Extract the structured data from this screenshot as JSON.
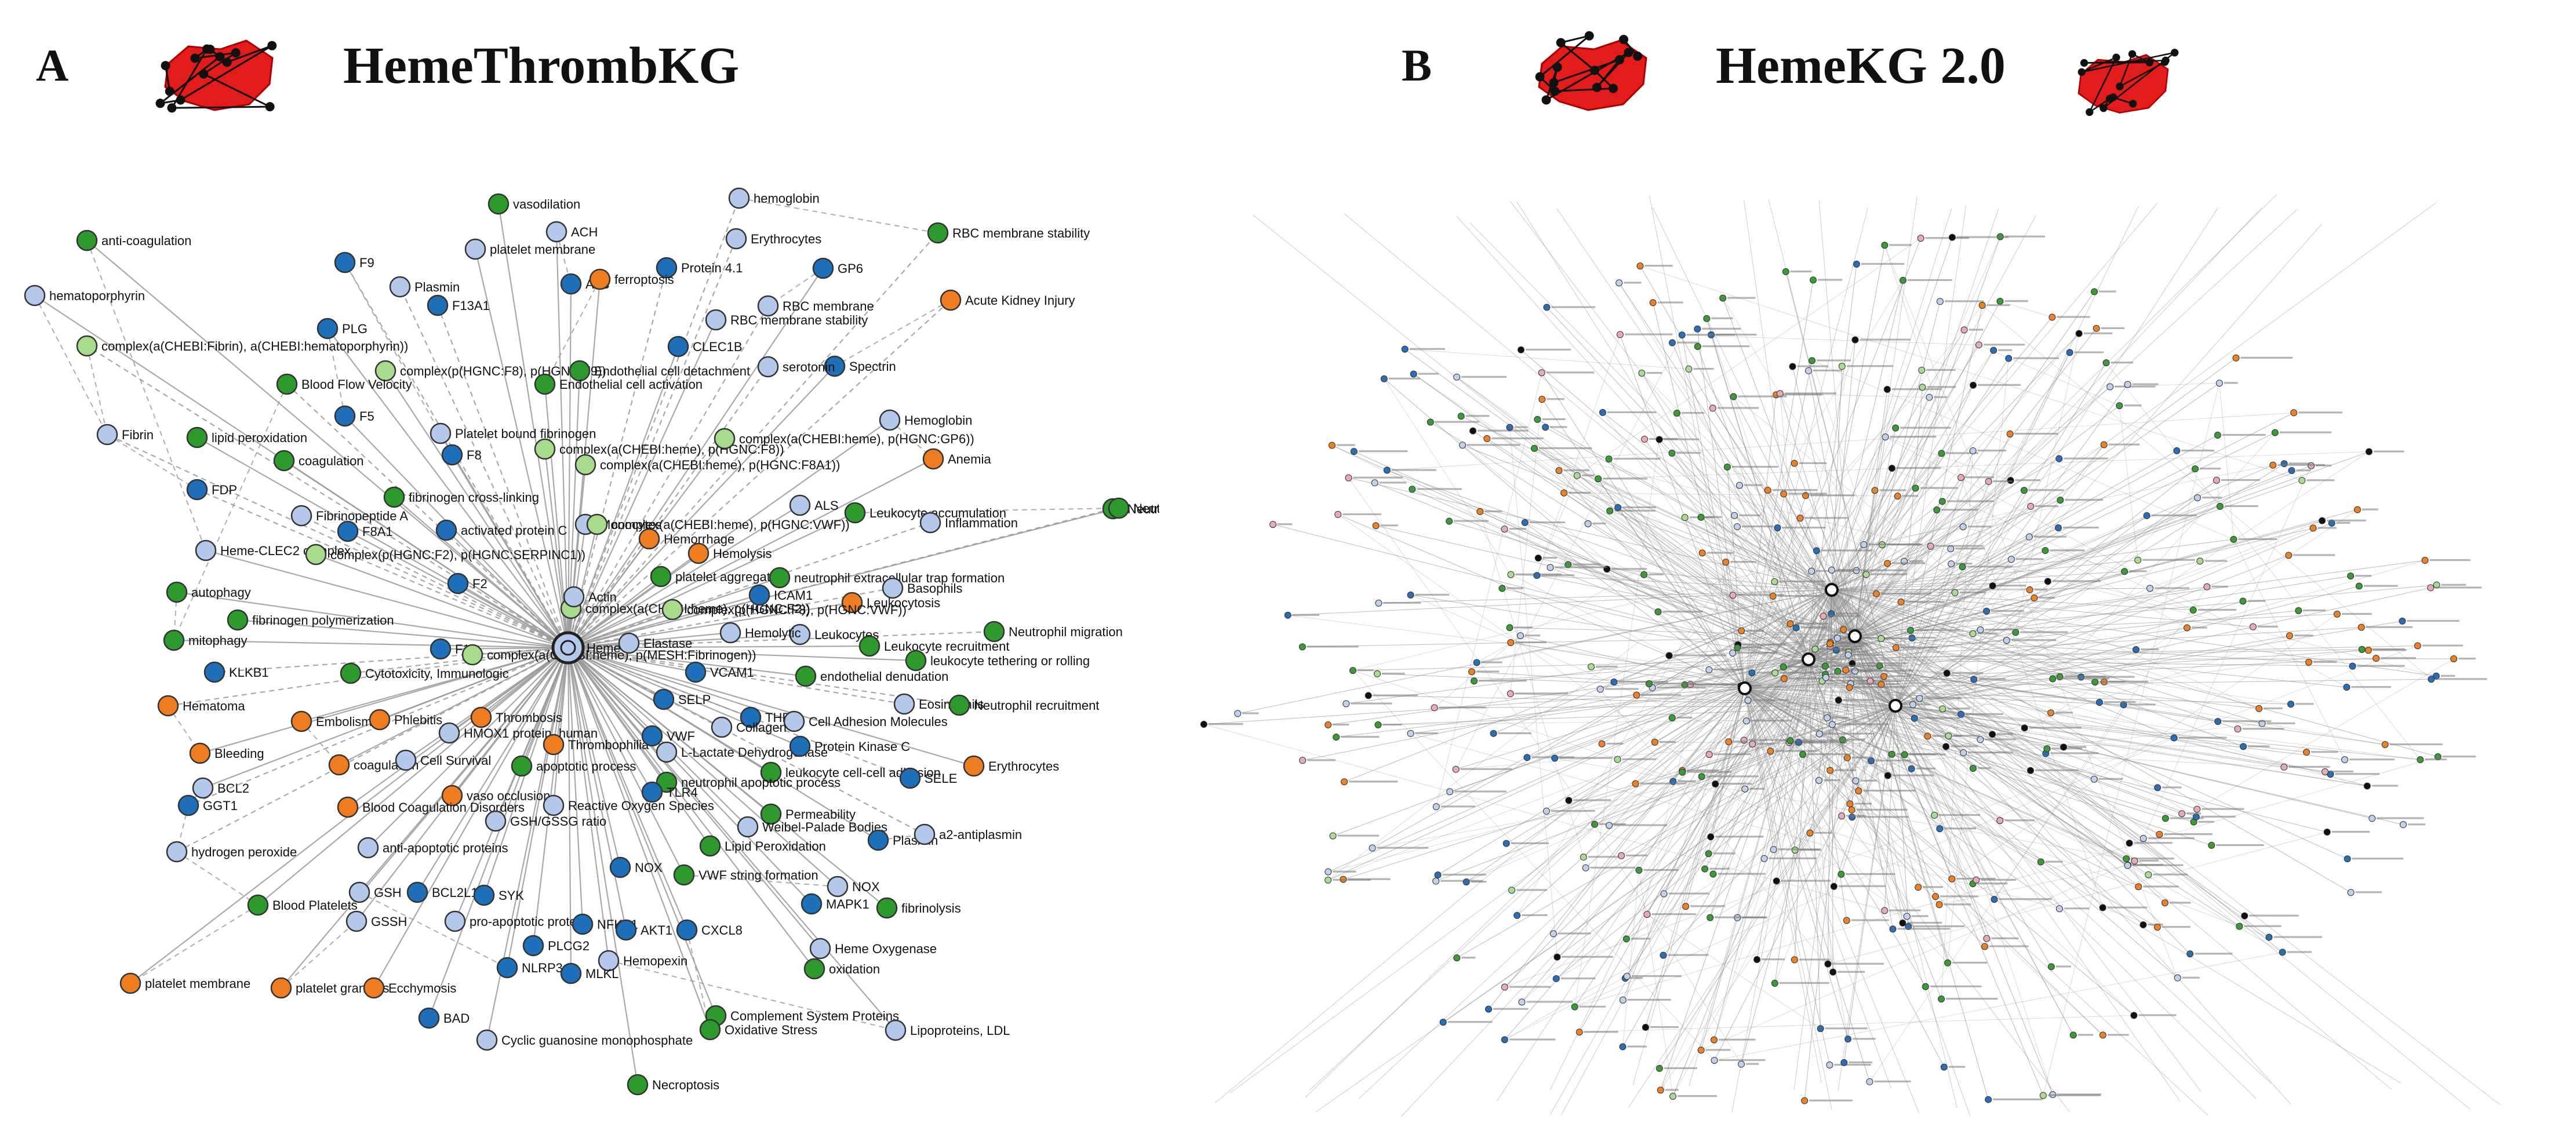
{
  "panel_a": {
    "letter": "A",
    "title": "HemeThrombKG",
    "hub_label": "Heme",
    "colors": {
      "light_blue": "#b4c8ec",
      "dark_blue": "#1e6fb8",
      "green": "#2e9a2e",
      "light_green": "#a6dc8c",
      "orange": "#ee7d22",
      "edge": "#9a9a9a",
      "stroke": "#333333"
    },
    "nodes": [
      {
        "label": "anti-coagulation",
        "color": "green"
      },
      {
        "label": "hematoporphyrin",
        "color": "light_blue"
      },
      {
        "label": "complex(a(CHEBI:Fibrin), a(CHEBI:hematoporphyrin))",
        "color": "light_green"
      },
      {
        "label": "F9",
        "color": "dark_blue"
      },
      {
        "label": "PLG",
        "color": "dark_blue"
      },
      {
        "label": "Plasmin",
        "color": "light_blue"
      },
      {
        "label": "F13A1",
        "color": "dark_blue"
      },
      {
        "label": "platelet membrane",
        "color": "light_blue"
      },
      {
        "label": "vasodilation",
        "color": "green"
      },
      {
        "label": "ACH",
        "color": "light_blue"
      },
      {
        "label": "ALB",
        "color": "dark_blue"
      },
      {
        "label": "Protein 4.1",
        "color": "dark_blue"
      },
      {
        "label": "ferroptosis",
        "color": "orange"
      },
      {
        "label": "hemoglobin",
        "color": "light_blue"
      },
      {
        "label": "Erythrocytes",
        "color": "light_blue"
      },
      {
        "label": "GP6",
        "color": "dark_blue"
      },
      {
        "label": "RBC membrane stability",
        "color": "green"
      },
      {
        "label": "Acute Kidney Injury",
        "color": "orange"
      },
      {
        "label": "RBC membrane",
        "color": "light_blue"
      },
      {
        "label": "RBC membrane stability",
        "color": "light_blue"
      },
      {
        "label": "Spectrin",
        "color": "dark_blue"
      },
      {
        "label": "serotonin",
        "color": "light_blue"
      },
      {
        "label": "complex(p(HGNC:F8), p(HGNC:F9))",
        "color": "light_green"
      },
      {
        "label": "Endothelial cell detachment",
        "color": "green"
      },
      {
        "label": "Endothelial cell activation",
        "color": "green"
      },
      {
        "label": "CLEC1B",
        "color": "dark_blue"
      },
      {
        "label": "Blood Flow Velocity",
        "color": "green"
      },
      {
        "label": "F5",
        "color": "dark_blue"
      },
      {
        "label": "Platelet bound fibrinogen",
        "color": "light_blue"
      },
      {
        "label": "Hemoglobin",
        "color": "light_blue"
      },
      {
        "label": "Anemia",
        "color": "orange"
      },
      {
        "label": "Fibrin",
        "color": "light_blue"
      },
      {
        "label": "lipid peroxidation",
        "color": "green"
      },
      {
        "label": "coagulation",
        "color": "green"
      },
      {
        "label": "F8",
        "color": "dark_blue"
      },
      {
        "label": "complex(a(CHEBI:heme), p(HGNC:F8))",
        "color": "light_green"
      },
      {
        "label": "complex(a(CHEBI:heme), p(HGNC:F8A1))",
        "color": "light_green"
      },
      {
        "label": "complex(a(CHEBI:heme), p(HGNC:GP6))",
        "color": "light_green"
      },
      {
        "label": "FDP",
        "color": "dark_blue"
      },
      {
        "label": "fibrinogen cross-linking",
        "color": "green"
      },
      {
        "label": "Fibrinopeptide A",
        "color": "light_blue"
      },
      {
        "label": "F8A1",
        "color": "dark_blue"
      },
      {
        "label": "activated protein C",
        "color": "dark_blue"
      },
      {
        "label": "Monocytes",
        "color": "light_blue"
      },
      {
        "label": "Hemorrhage",
        "color": "orange"
      },
      {
        "label": "ALS",
        "color": "light_blue"
      },
      {
        "label": "Leukocyte accumulation",
        "color": "green"
      },
      {
        "label": "Inflammation",
        "color": "light_blue"
      },
      {
        "label": "Neutrophils",
        "color": "green"
      },
      {
        "label": "Heme-CLEC2 complex",
        "color": "light_blue"
      },
      {
        "label": "complex(p(HGNC:F2), p(HGNC:SERPINC1))",
        "color": "light_green"
      },
      {
        "label": "F2",
        "color": "dark_blue"
      },
      {
        "label": "Hemolysis",
        "color": "orange"
      },
      {
        "label": "platelet aggregation",
        "color": "green"
      },
      {
        "label": "neutrophil extracellular trap formation",
        "color": "green"
      },
      {
        "label": "Leukocytosis",
        "color": "orange"
      },
      {
        "label": "autophagy",
        "color": "green"
      },
      {
        "label": "fibrinogen polymerization",
        "color": "green"
      },
      {
        "label": "complex(a(CHEBI:heme), p(HGNC:F2))",
        "color": "light_green"
      },
      {
        "label": "complex(p(HGNC:F8), p(HGNC:VWF))",
        "color": "light_green"
      },
      {
        "label": "ICAM1",
        "color": "dark_blue"
      },
      {
        "label": "Basophils",
        "color": "light_blue"
      },
      {
        "label": "Neutrophil migration",
        "color": "green"
      },
      {
        "label": "mitophagy",
        "color": "green"
      },
      {
        "label": "Leukocytes",
        "color": "light_blue"
      },
      {
        "label": "Hemolytic",
        "color": "light_blue"
      },
      {
        "label": "Leukocyte recruitment",
        "color": "green"
      },
      {
        "label": "leukocyte tethering or rolling",
        "color": "green"
      },
      {
        "label": "KLKB1",
        "color": "dark_blue"
      },
      {
        "label": "F12",
        "color": "dark_blue"
      },
      {
        "label": "complex(a(CHEBI:heme), p(MESH:Fibrinogen))",
        "color": "light_green"
      },
      {
        "label": "VCAM1",
        "color": "dark_blue"
      },
      {
        "label": "endothelial denudation",
        "color": "green"
      },
      {
        "label": "Cytotoxicity, Immunologic",
        "color": "green"
      },
      {
        "label": "Hematoma",
        "color": "orange"
      },
      {
        "label": "Embolism",
        "color": "orange"
      },
      {
        "label": "Phlebitis",
        "color": "orange"
      },
      {
        "label": "Thrombosis",
        "color": "orange"
      },
      {
        "label": "SELP",
        "color": "dark_blue"
      },
      {
        "label": "THBD",
        "color": "dark_blue"
      },
      {
        "label": "Cell Adhesion Molecules",
        "color": "light_blue"
      },
      {
        "label": "Eosinophils",
        "color": "light_blue"
      },
      {
        "label": "Neutrophil recruitment",
        "color": "green"
      },
      {
        "label": "Bleeding",
        "color": "orange"
      },
      {
        "label": "HMOX1 protein, human",
        "color": "light_blue"
      },
      {
        "label": "Thrombophilia",
        "color": "orange"
      },
      {
        "label": "VWF",
        "color": "dark_blue"
      },
      {
        "label": "Collagen",
        "color": "light_blue"
      },
      {
        "label": "L-Lactate Dehydrogenase",
        "color": "light_blue"
      },
      {
        "label": "Protein Kinase C",
        "color": "dark_blue"
      },
      {
        "label": "BCL2",
        "color": "light_blue"
      },
      {
        "label": "coagulation",
        "color": "orange"
      },
      {
        "label": "Cell Survival",
        "color": "light_blue"
      },
      {
        "label": "apoptotic process",
        "color": "green"
      },
      {
        "label": "leukocyte cell-cell adhesion",
        "color": "green"
      },
      {
        "label": "Erythrocytes",
        "color": "orange"
      },
      {
        "label": "SELE",
        "color": "dark_blue"
      },
      {
        "label": "vaso occlusion",
        "color": "orange"
      },
      {
        "label": "neutrophil apoptotic process",
        "color": "green"
      },
      {
        "label": "Blood Coagulation Disorders",
        "color": "orange"
      },
      {
        "label": "Reactive Oxygen Species",
        "color": "light_blue"
      },
      {
        "label": "TLR4",
        "color": "dark_blue"
      },
      {
        "label": "Permeability",
        "color": "green"
      },
      {
        "label": "GGT1",
        "color": "dark_blue"
      },
      {
        "label": "GSH/GSSG ratio",
        "color": "light_blue"
      },
      {
        "label": "Weibel-Palade Bodies",
        "color": "light_blue"
      },
      {
        "label": "Plasmin",
        "color": "dark_blue"
      },
      {
        "label": "a2-antiplasmin",
        "color": "light_blue"
      },
      {
        "label": "hydrogen peroxide",
        "color": "light_blue"
      },
      {
        "label": "anti-apoptotic proteins",
        "color": "light_blue"
      },
      {
        "label": "Lipid Peroxidation",
        "color": "green"
      },
      {
        "label": "GSH",
        "color": "light_blue"
      },
      {
        "label": "NOX",
        "color": "dark_blue"
      },
      {
        "label": "VWF string formation",
        "color": "green"
      },
      {
        "label": "BCL2L1",
        "color": "dark_blue"
      },
      {
        "label": "SYK",
        "color": "dark_blue"
      },
      {
        "label": "NOX",
        "color": "light_blue"
      },
      {
        "label": "MAPK1",
        "color": "dark_blue"
      },
      {
        "label": "fibrinolysis",
        "color": "green"
      },
      {
        "label": "Blood Platelets",
        "color": "green"
      },
      {
        "label": "GSSH",
        "color": "light_blue"
      },
      {
        "label": "pro-apoptotic proteins",
        "color": "light_blue"
      },
      {
        "label": "NFKB1",
        "color": "dark_blue"
      },
      {
        "label": "AKT1",
        "color": "dark_blue"
      },
      {
        "label": "CXCL8",
        "color": "dark_blue"
      },
      {
        "label": "NLRP3",
        "color": "dark_blue"
      },
      {
        "label": "PLCG2",
        "color": "dark_blue"
      },
      {
        "label": "Heme Oxygenase",
        "color": "light_blue"
      },
      {
        "label": "Hemopexin",
        "color": "light_blue"
      },
      {
        "label": "oxidation",
        "color": "green"
      },
      {
        "label": "MLKL",
        "color": "dark_blue"
      },
      {
        "label": "platelet membrane",
        "color": "orange"
      },
      {
        "label": "platelet granules",
        "color": "orange"
      },
      {
        "label": "Ecchymosis",
        "color": "orange"
      },
      {
        "label": "BAD",
        "color": "dark_blue"
      },
      {
        "label": "Complement System Proteins",
        "color": "green"
      },
      {
        "label": "Oxidative Stress",
        "color": "green"
      },
      {
        "label": "Lipoproteins, LDL",
        "color": "light_blue"
      },
      {
        "label": "Cyclic guanosine monophosphate",
        "color": "light_blue"
      },
      {
        "label": "Necroptosis",
        "color": "green"
      },
      {
        "label": "Neutrophils",
        "color": "green"
      },
      {
        "label": "Actin",
        "color": "light_blue"
      },
      {
        "label": "Elastase",
        "color": "light_blue"
      },
      {
        "label": "complex(a(CHEBI:heme), p(HGNC:VWF))",
        "color": "light_green"
      }
    ]
  },
  "panel_b": {
    "letter": "B",
    "title": "HemeKG 2.0",
    "colors": {
      "light_blue": "#c0d0ee",
      "dark_blue": "#2a6fb5",
      "green": "#3a9c34",
      "light_green": "#a8dc90",
      "orange": "#ec8226",
      "pink": "#e9a9b7",
      "black": "#111111",
      "edge": "#8c8c8c"
    }
  },
  "logo": {
    "fill": "#e21b1b",
    "node": "#111111"
  }
}
